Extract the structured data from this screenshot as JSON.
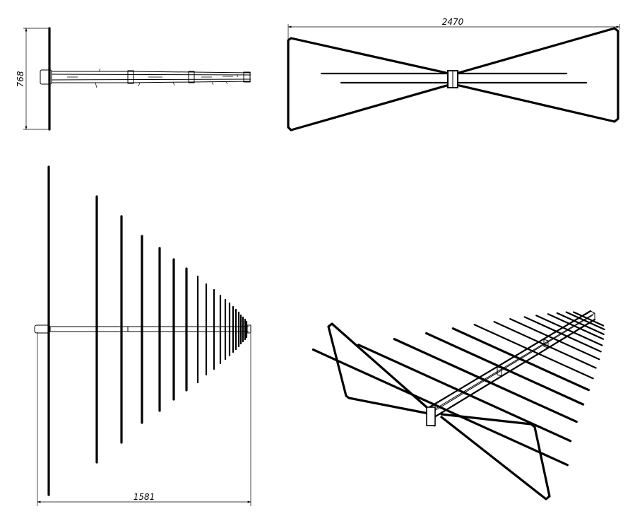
{
  "dimensions": {
    "side_height": "768",
    "top_width": "2470",
    "front_width": "1581"
  }
}
